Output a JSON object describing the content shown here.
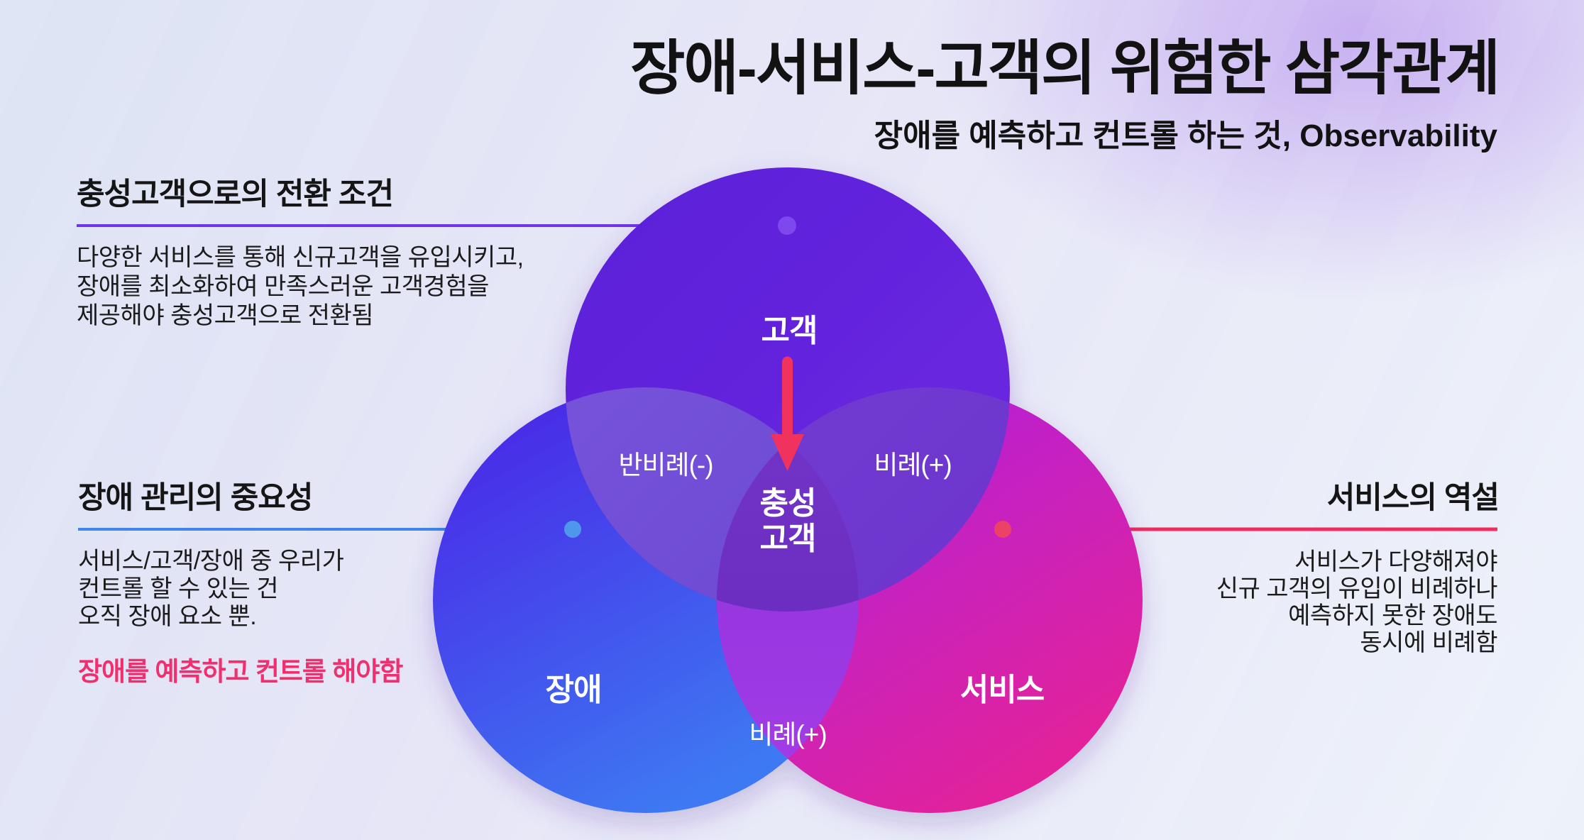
{
  "title": "장애-서비스-고객의 위험한 삼각관계",
  "subtitle": {
    "text": "장애를 예측하고 컨트롤 하는 것, ",
    "emphasis": "Observability"
  },
  "annotations": {
    "loyal_conversion": {
      "heading": "충성고객으로의 전환 조건",
      "body": "다양한 서비스를 통해 신규고객을 유입시키고,\n장애를 최소화하여 만족스러운 고객경험을\n제공해야 충성고객으로 전환됨"
    },
    "failure_management": {
      "heading": "장애 관리의 중요성",
      "body": "서비스/고객/장애 중 우리가\n컨트롤 할 수 있는 건\n오직 장애 요소 뿐.",
      "callout": "장애를 예측하고 컨트롤 해야함"
    },
    "service_paradox": {
      "heading": "서비스의 역설",
      "body": "서비스가 다양해져야\n신규 고객의 유입이 비례하나\n예측하지 못한 장애도\n동시에 비례함"
    }
  },
  "venn": {
    "circle_top_label": "고객",
    "circle_left_label": "장애",
    "circle_right_label": "서비스",
    "overlap_top_left_label": "반비례(-)",
    "overlap_top_right_label": "비례(+)",
    "overlap_bottom_label": "비례(+)",
    "overlap_center_label": "충성\n고객"
  },
  "colors": {
    "circle_top": "#5f22dc",
    "circle_left": "#4430ea",
    "circle_right": "#c921bc",
    "arrow_red": "#f0325f",
    "connector_top": "#7035e6",
    "connector_left": "#3f86e8",
    "connector_right": "#f02b5e",
    "callout_pink": "#f0306e",
    "text_dark": "#151515",
    "label_white": "#ffffff"
  }
}
